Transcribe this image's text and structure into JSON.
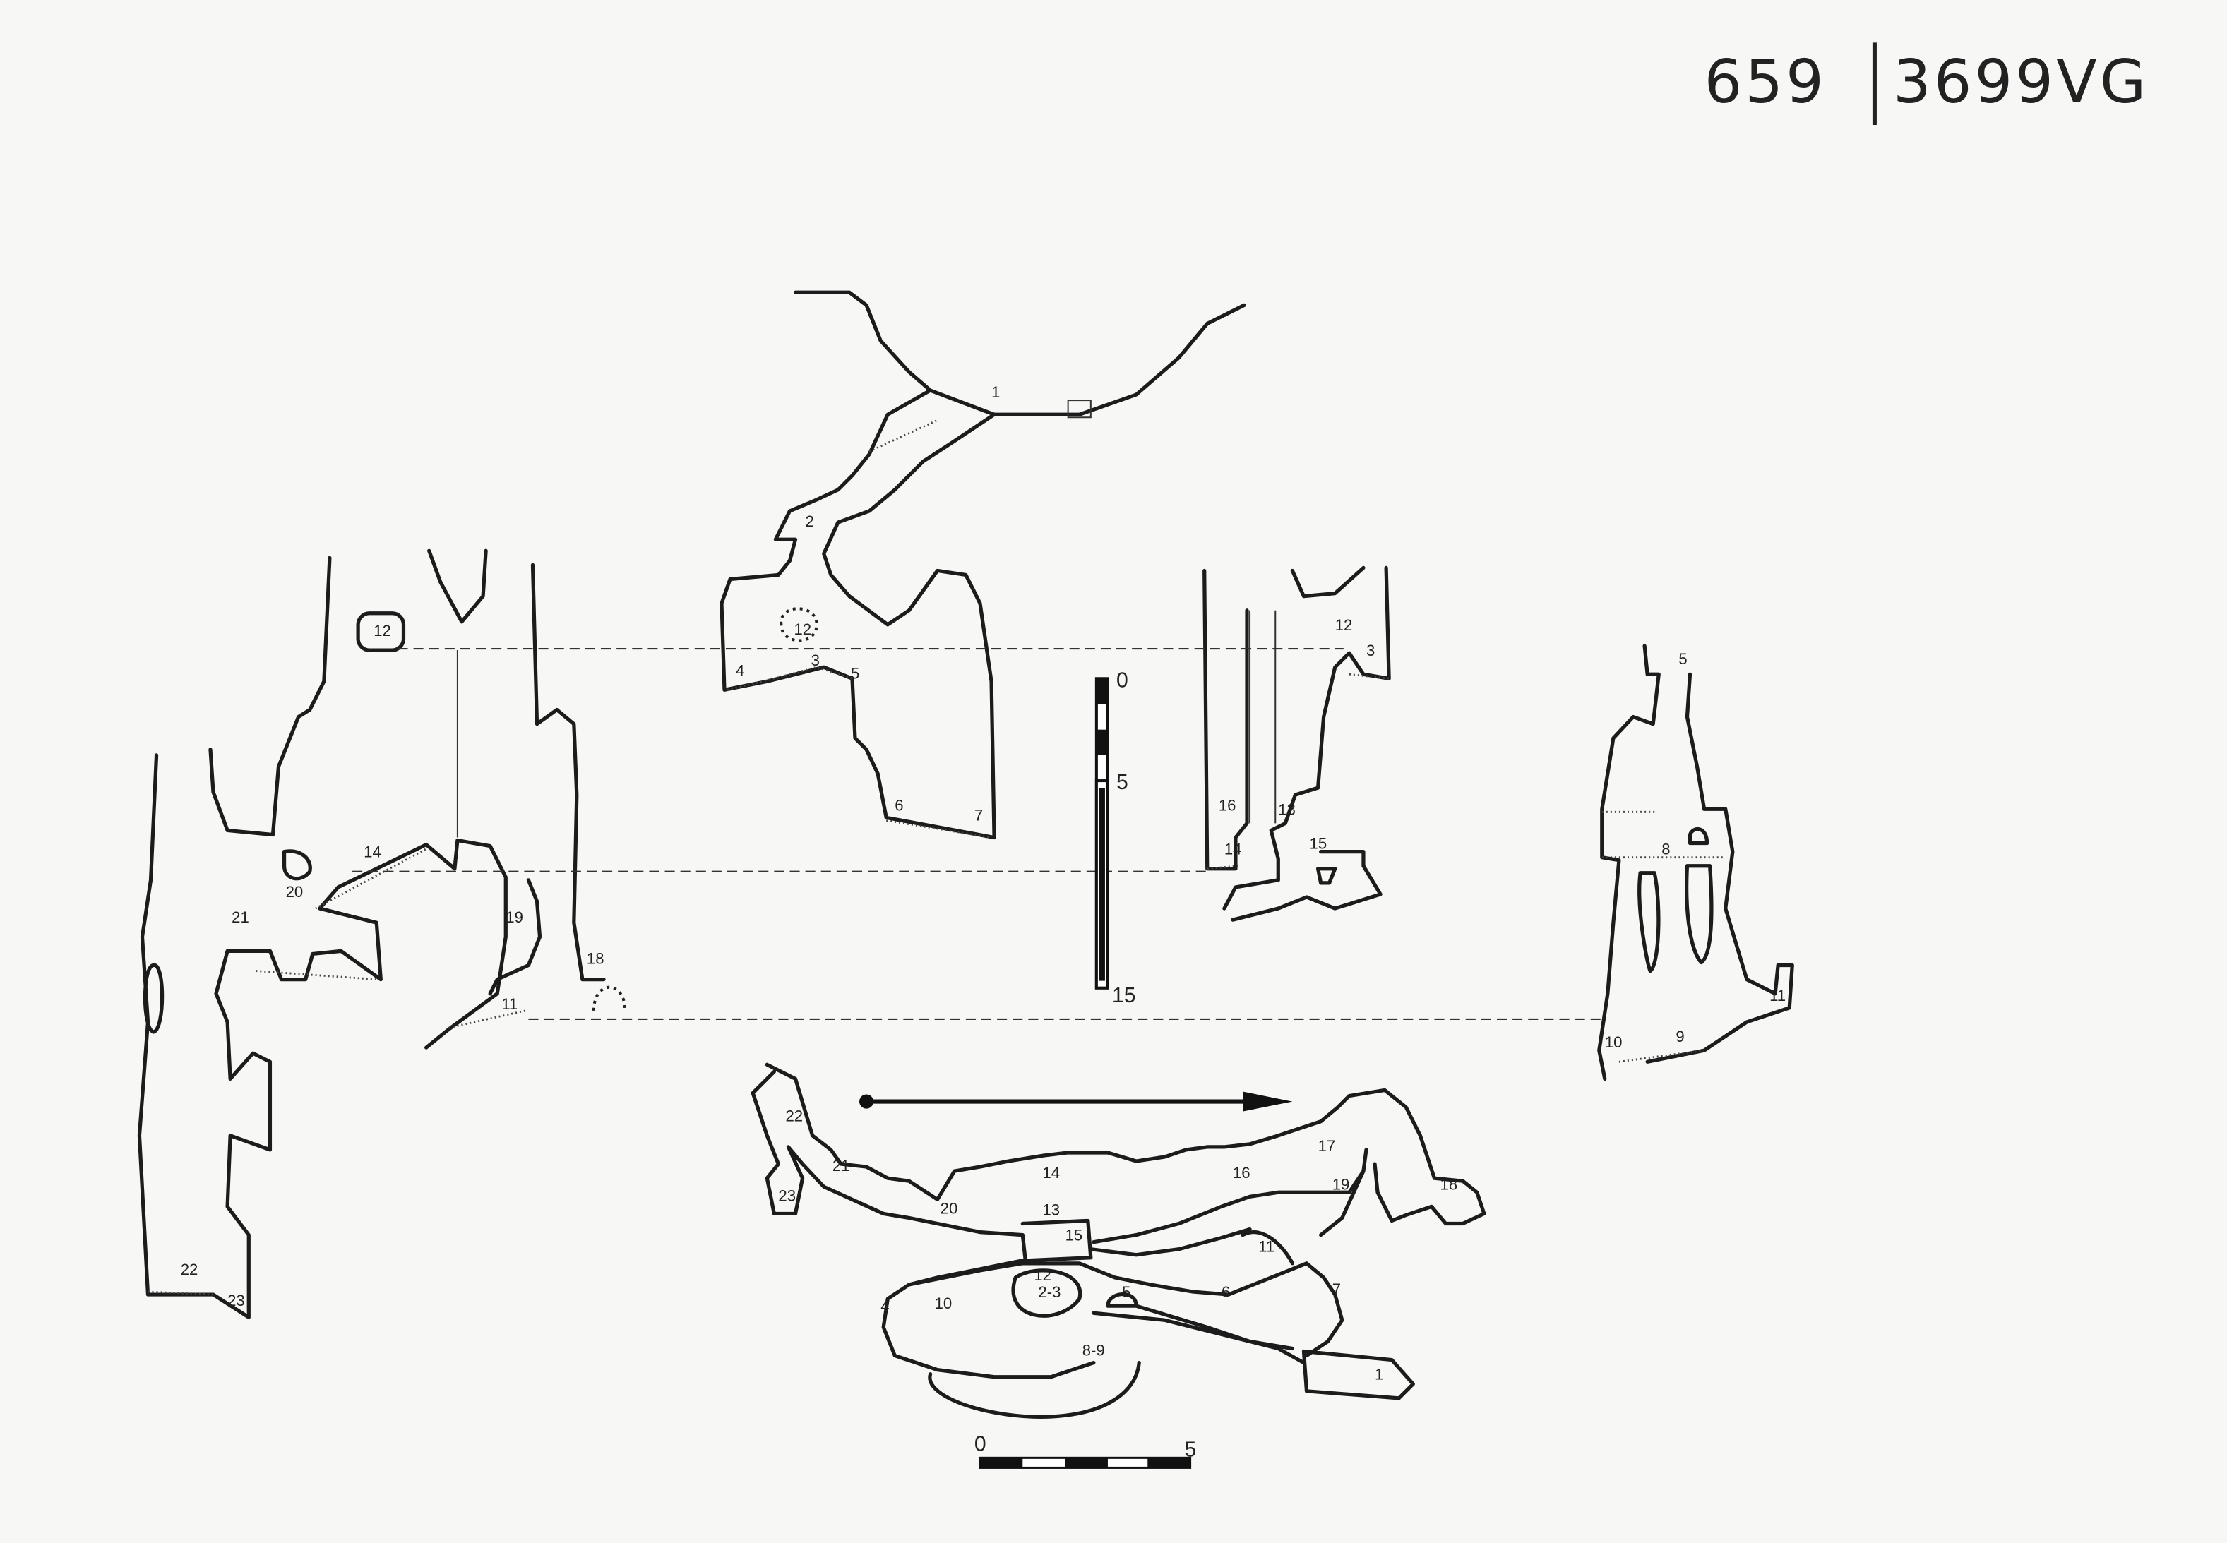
{
  "header": {
    "code_left": "659",
    "code_right": "3699VG"
  },
  "vertical_scale": {
    "ticks": [
      "0",
      "5",
      "15"
    ]
  },
  "horizontal_scale": {
    "ticks": [
      "0",
      "5"
    ]
  },
  "sections": {
    "center_profile": [
      "1",
      "2",
      "12",
      "3",
      "4",
      "5",
      "6",
      "7"
    ],
    "left_profile": [
      "12",
      "14",
      "20",
      "21",
      "19",
      "18",
      "11",
      "22",
      "23"
    ],
    "right_profile_a": [
      "12",
      "3",
      "16",
      "13",
      "14",
      "15"
    ],
    "right_profile_b": [
      "5",
      "8",
      "11",
      "10",
      "9"
    ]
  },
  "plan": {
    "stations": [
      "22",
      "21",
      "23",
      "20",
      "14",
      "16",
      "17",
      "19",
      "18",
      "13",
      "15",
      "11",
      "12",
      "2-3",
      "5",
      "6",
      "7",
      "4",
      "10",
      "8-9",
      "1"
    ]
  },
  "colors": {
    "ink": "#1c1c1c",
    "paper": "#f7f7f5"
  }
}
